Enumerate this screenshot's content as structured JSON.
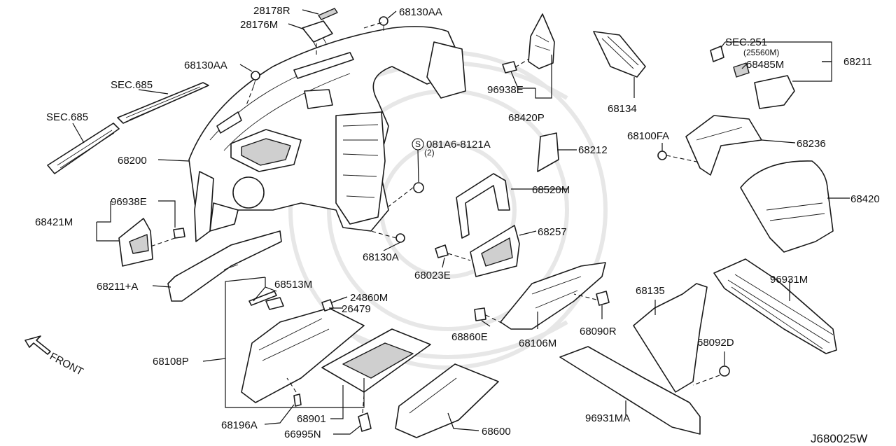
{
  "labels": {
    "p28178R": "28178R",
    "p28176M": "28176M",
    "p68130AA_top": "68130AA",
    "p68130AA_left": "68130AA",
    "sec685_a": "SEC.685",
    "sec685_b": "SEC.685",
    "p68200": "68200",
    "p96938E_left": "96938E",
    "p68421M": "68421M",
    "p68211A": "68211+A",
    "p68513M": "68513M",
    "p24860M": "24860M",
    "p26479": "26479",
    "p68108P": "68108P",
    "p68196A": "68196A",
    "p68901": "68901",
    "p66995N": "66995N",
    "p68600": "68600",
    "p68130A": "68130A",
    "p081A6": "081A6-8121A",
    "p081A6_qty": "(2)",
    "p96938E_mid": "96938E",
    "p68420P": "68420P",
    "p68212": "68212",
    "p68520M": "68520M",
    "p68257": "68257",
    "p68023E": "68023E",
    "p68860E": "68860E",
    "p68106M": "68106M",
    "p68090R": "68090R",
    "p68134": "68134",
    "sec251": "SEC.251",
    "p25560M": "(25560M)",
    "p68485M": "68485M",
    "p68211": "68211",
    "p68100FA": "68100FA",
    "p68236": "68236",
    "p68420": "68420",
    "p96931M": "96931M",
    "p68135": "68135",
    "p68092D": "68092D",
    "p96931MA": "96931MA",
    "front": "FRONT",
    "diagram_code": "J680025W"
  }
}
